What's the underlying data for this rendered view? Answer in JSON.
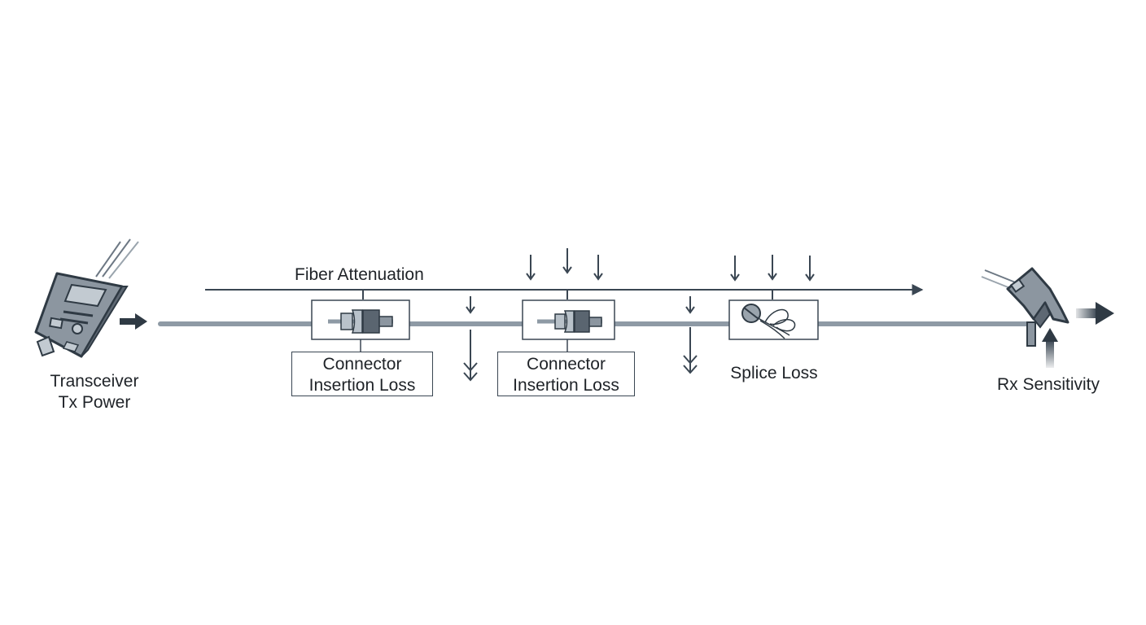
{
  "labels": {
    "fiber_attenuation": "Fiber Attenuation",
    "transceiver_line1": "Transceiver",
    "transceiver_line2": "Tx Power",
    "connector1_line1": "Connector",
    "connector1_line2": "Insertion Loss",
    "connector2_line1": "Connector",
    "connector2_line2": "Insertion Loss",
    "splice": "Splice Loss",
    "rx": "Rx Sensitivity"
  },
  "icons": [
    "transceiver-icon",
    "connector-icon",
    "splice-icon",
    "receiver-icon",
    "loss-arrow-icon"
  ],
  "colors": {
    "fiber": "#8e9aa5",
    "line": "#3a4652",
    "device_fill": "#8c96a0",
    "connector_light": "#b9c2ca",
    "connector_dark": "#5a6570"
  }
}
